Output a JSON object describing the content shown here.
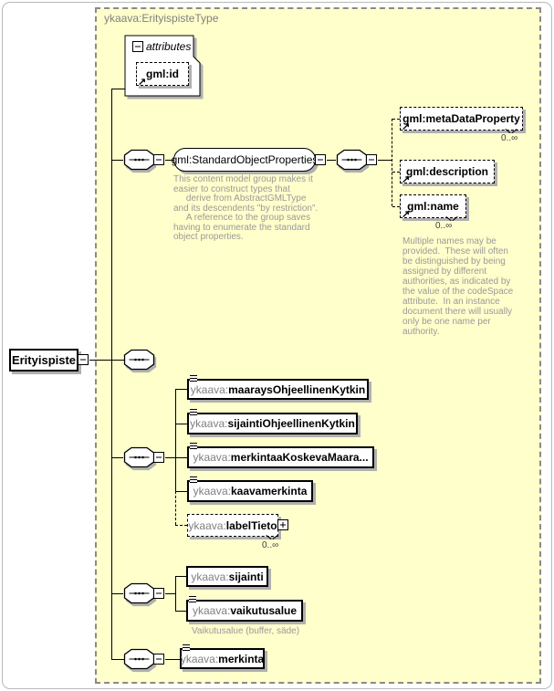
{
  "container": {
    "title": "ykaava:ErityispisteType"
  },
  "root": {
    "label": "Erityispiste"
  },
  "attributes": {
    "title": "attributes",
    "attr_label": "gml:id"
  },
  "group_row": {
    "group_label": "gml:StandardObjectProperties",
    "group_annotation": "This content model group makes it\neasier to construct types that\n     derive from AbstractGMLType\nand its descendents \"by restriction\".\n     A reference to the group saves\nhaving to enumerate the standard\nobject properties.",
    "children": [
      {
        "label": "gml:metaDataProperty",
        "occurrence": "0..∞"
      },
      {
        "label": "gml:description"
      },
      {
        "label": "gml:name",
        "occurrence": "0..∞"
      }
    ],
    "name_annotation": "Multiple names may be\nprovided.  These will often\nbe distinguished by being\nassigned by different\nauthorities, as indicated by\nthe value of the codeSpace\nattribute.  In an instance\ndocument there will usually\nonly be one name per\nauthority."
  },
  "kytkin_row": {
    "children": [
      {
        "prefix": "ykaava:",
        "name": "maaraysOhjeellinenKytkin"
      },
      {
        "prefix": "ykaava:",
        "name": "sijaintiOhjeellinenKytkin"
      },
      {
        "prefix": "ykaava:",
        "name": "merkintaaKoskevaMaara..."
      },
      {
        "prefix": "ykaava:",
        "name": "kaavamerkinta"
      },
      {
        "prefix": "ykaava:",
        "name": "labelTieto",
        "occurrence": "0..∞"
      }
    ]
  },
  "sijainti_row": {
    "children": [
      {
        "prefix": "ykaava:",
        "name": "sijainti"
      },
      {
        "prefix": "ykaava:",
        "name": "vaikutusalue"
      }
    ],
    "annotation": "Vaikutusalue (buffer, säde)"
  },
  "merkinta_row": {
    "children": [
      {
        "prefix": "ykaava:",
        "name": "merkinta"
      }
    ]
  }
}
